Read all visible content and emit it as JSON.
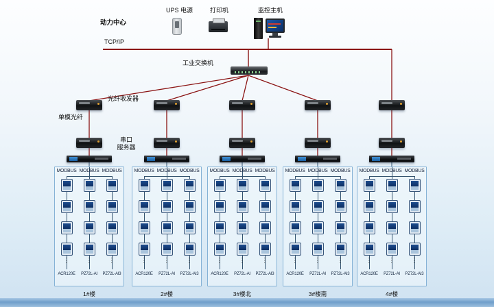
{
  "page": {
    "center_label": "动力中心",
    "tcpip_label": "TCP/IP",
    "switch_label": "工业交换机",
    "fiber_transceiver_label": "光纤收发器",
    "single_mode_fiber_label": "单模光纤",
    "serial_server_label_line1": "串口",
    "serial_server_label_line2": "服务器",
    "ellipsis": "⋮"
  },
  "top_devices": {
    "ups_label": "UPS 电源",
    "printer_label": "打印机",
    "host_label": "监控主机"
  },
  "branches": [
    {
      "name": "1#楼",
      "columns": [
        {
          "bus": "MODBUS",
          "model": "ACR120E"
        },
        {
          "bus": "MODBUS",
          "model": "PZ72L-AI"
        },
        {
          "bus": "MODBUS",
          "model": "PZ72L-AI3"
        }
      ]
    },
    {
      "name": "2#楼",
      "columns": [
        {
          "bus": "MODBUS",
          "model": "ACR120E"
        },
        {
          "bus": "MODBUS",
          "model": "PZ72L-AI"
        },
        {
          "bus": "MODBUS",
          "model": "PZ72L-AI3"
        }
      ]
    },
    {
      "name": "3#楼北",
      "columns": [
        {
          "bus": "MODBUS",
          "model": "ACR120E"
        },
        {
          "bus": "MODBUS",
          "model": "PZ72L-AI"
        },
        {
          "bus": "MODBUS",
          "model": "PZ72L-AI3"
        }
      ]
    },
    {
      "name": "3#楼南",
      "columns": [
        {
          "bus": "MODBUS",
          "model": "ACR120E"
        },
        {
          "bus": "MODBUS",
          "model": "PZ72L-AI"
        },
        {
          "bus": "MODBUS",
          "model": "PZ72L-AI3"
        }
      ]
    },
    {
      "name": "4#楼",
      "columns": [
        {
          "bus": "MODBUS",
          "model": "ACR120E"
        },
        {
          "bus": "MODBUS",
          "model": "PZ72L-AI"
        },
        {
          "bus": "MODBUS",
          "model": "PZ72L-AI3"
        }
      ]
    }
  ],
  "colors": {
    "backbone_line": "#8b1414",
    "bus_line": "#33536f",
    "box_border": "#85b2d6"
  }
}
